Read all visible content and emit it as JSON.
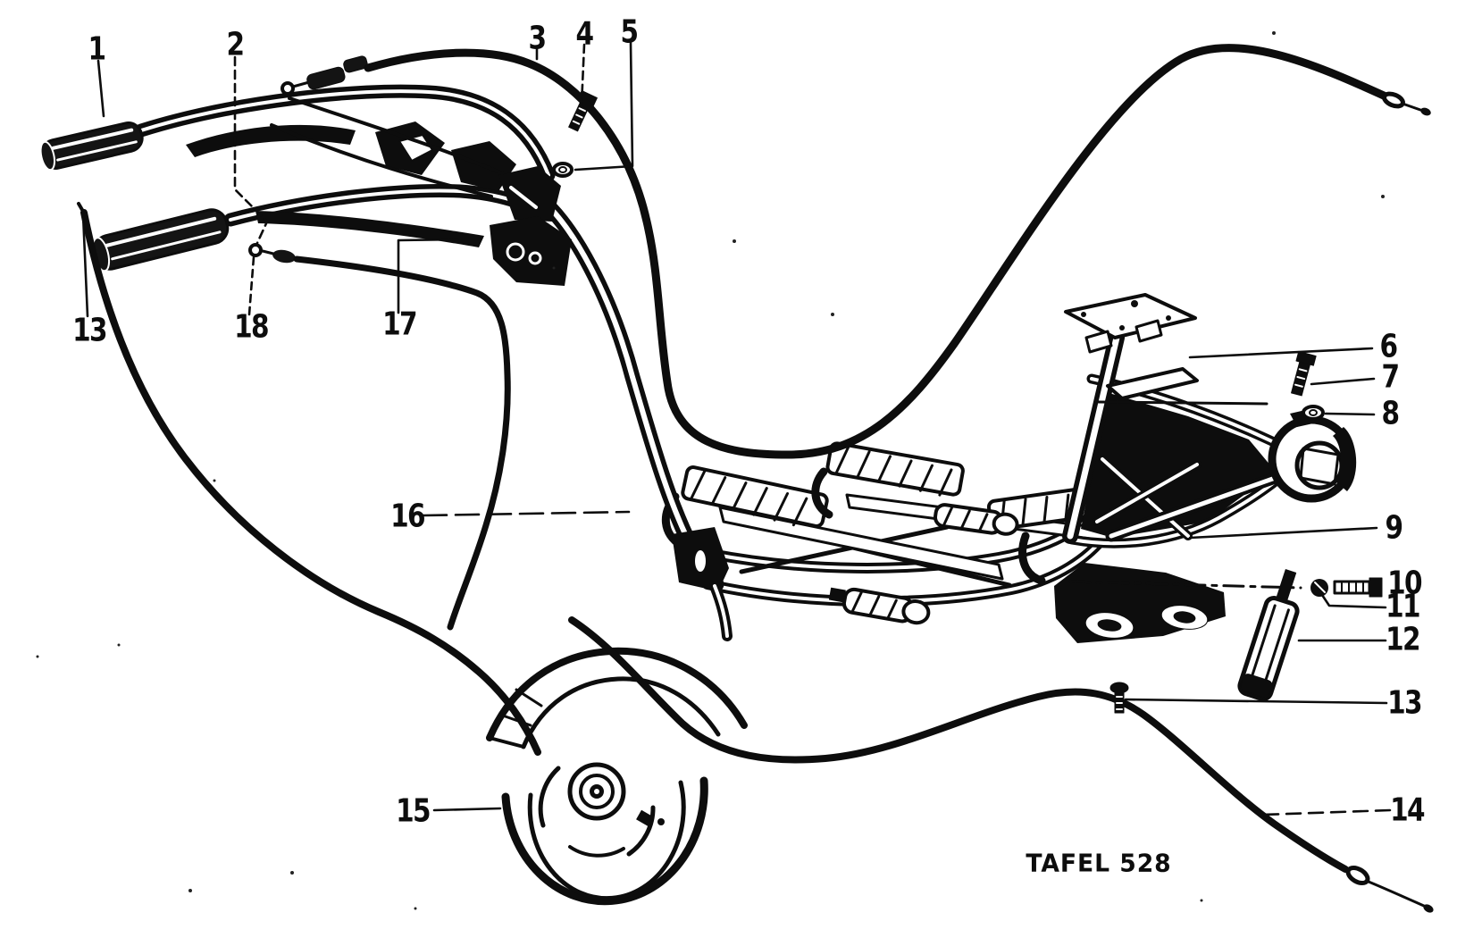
{
  "diagram": {
    "plate_label": "TAFEL 528",
    "ink_color": "#0d0d0d",
    "background_color": "#ffffff",
    "callouts": [
      {
        "id": "part-1",
        "text": "1"
      },
      {
        "id": "part-2",
        "text": "2"
      },
      {
        "id": "part-3",
        "text": "3"
      },
      {
        "id": "part-4",
        "text": "4"
      },
      {
        "id": "part-5",
        "text": "5"
      },
      {
        "id": "part-6",
        "text": "6"
      },
      {
        "id": "part-7",
        "text": "7"
      },
      {
        "id": "part-8",
        "text": "8"
      },
      {
        "id": "part-9",
        "text": "9"
      },
      {
        "id": "part-10",
        "text": "10"
      },
      {
        "id": "part-11",
        "text": "11"
      },
      {
        "id": "part-12",
        "text": "12"
      },
      {
        "id": "part-13-right",
        "text": "13"
      },
      {
        "id": "part-14",
        "text": "14"
      },
      {
        "id": "part-15",
        "text": "15"
      },
      {
        "id": "part-16",
        "text": "16"
      },
      {
        "id": "part-17",
        "text": "17"
      },
      {
        "id": "part-18",
        "text": "18"
      },
      {
        "id": "part-13-left",
        "text": "13"
      }
    ]
  }
}
